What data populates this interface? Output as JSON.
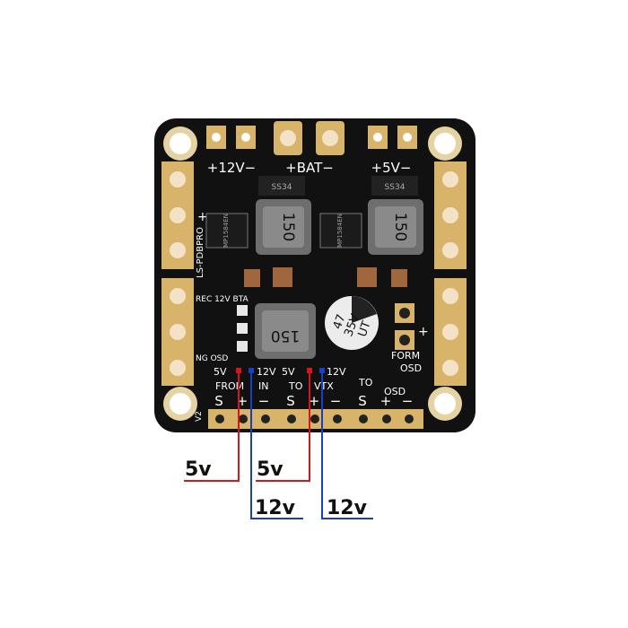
{
  "board": {
    "top_labels": [
      "+12V−",
      "+BAT−",
      "+5V−"
    ],
    "side_text": "LS-PDBPRO",
    "side_text_left": "REC 12V BTA",
    "ngosd": "NG OSD",
    "inductor_labels": [
      "150",
      "150",
      "150"
    ],
    "ic_labels": [
      "MP1584EN",
      "MP1584EN"
    ],
    "diode_labels": [
      "SS34",
      "SS34"
    ],
    "capacitor": {
      "line1": "47",
      "line2": "35V",
      "line3": "UT"
    },
    "pin_labels_row1": [
      "5V",
      "12V",
      "5V",
      "12V"
    ],
    "from_label": "FROM",
    "in_label": "IN",
    "to_label": "TO",
    "vtx_label": "VTX",
    "to_osd_label": "TO",
    "osd_label": "OSD",
    "form_label": "FORM",
    "form_osd": "OSD",
    "pin_row": [
      "S",
      "+",
      "−",
      "S",
      "+",
      "−",
      "S",
      "+",
      "−"
    ],
    "v2": "V2",
    "plus_right": "+",
    "plus_left": "+"
  },
  "annotations": [
    {
      "text": "5v",
      "color": "#d8141c"
    },
    {
      "text": "12v",
      "color": "#1a3fbf"
    },
    {
      "text": "5v",
      "color": "#d8141c"
    },
    {
      "text": "12v",
      "color": "#1a3fbf"
    }
  ]
}
